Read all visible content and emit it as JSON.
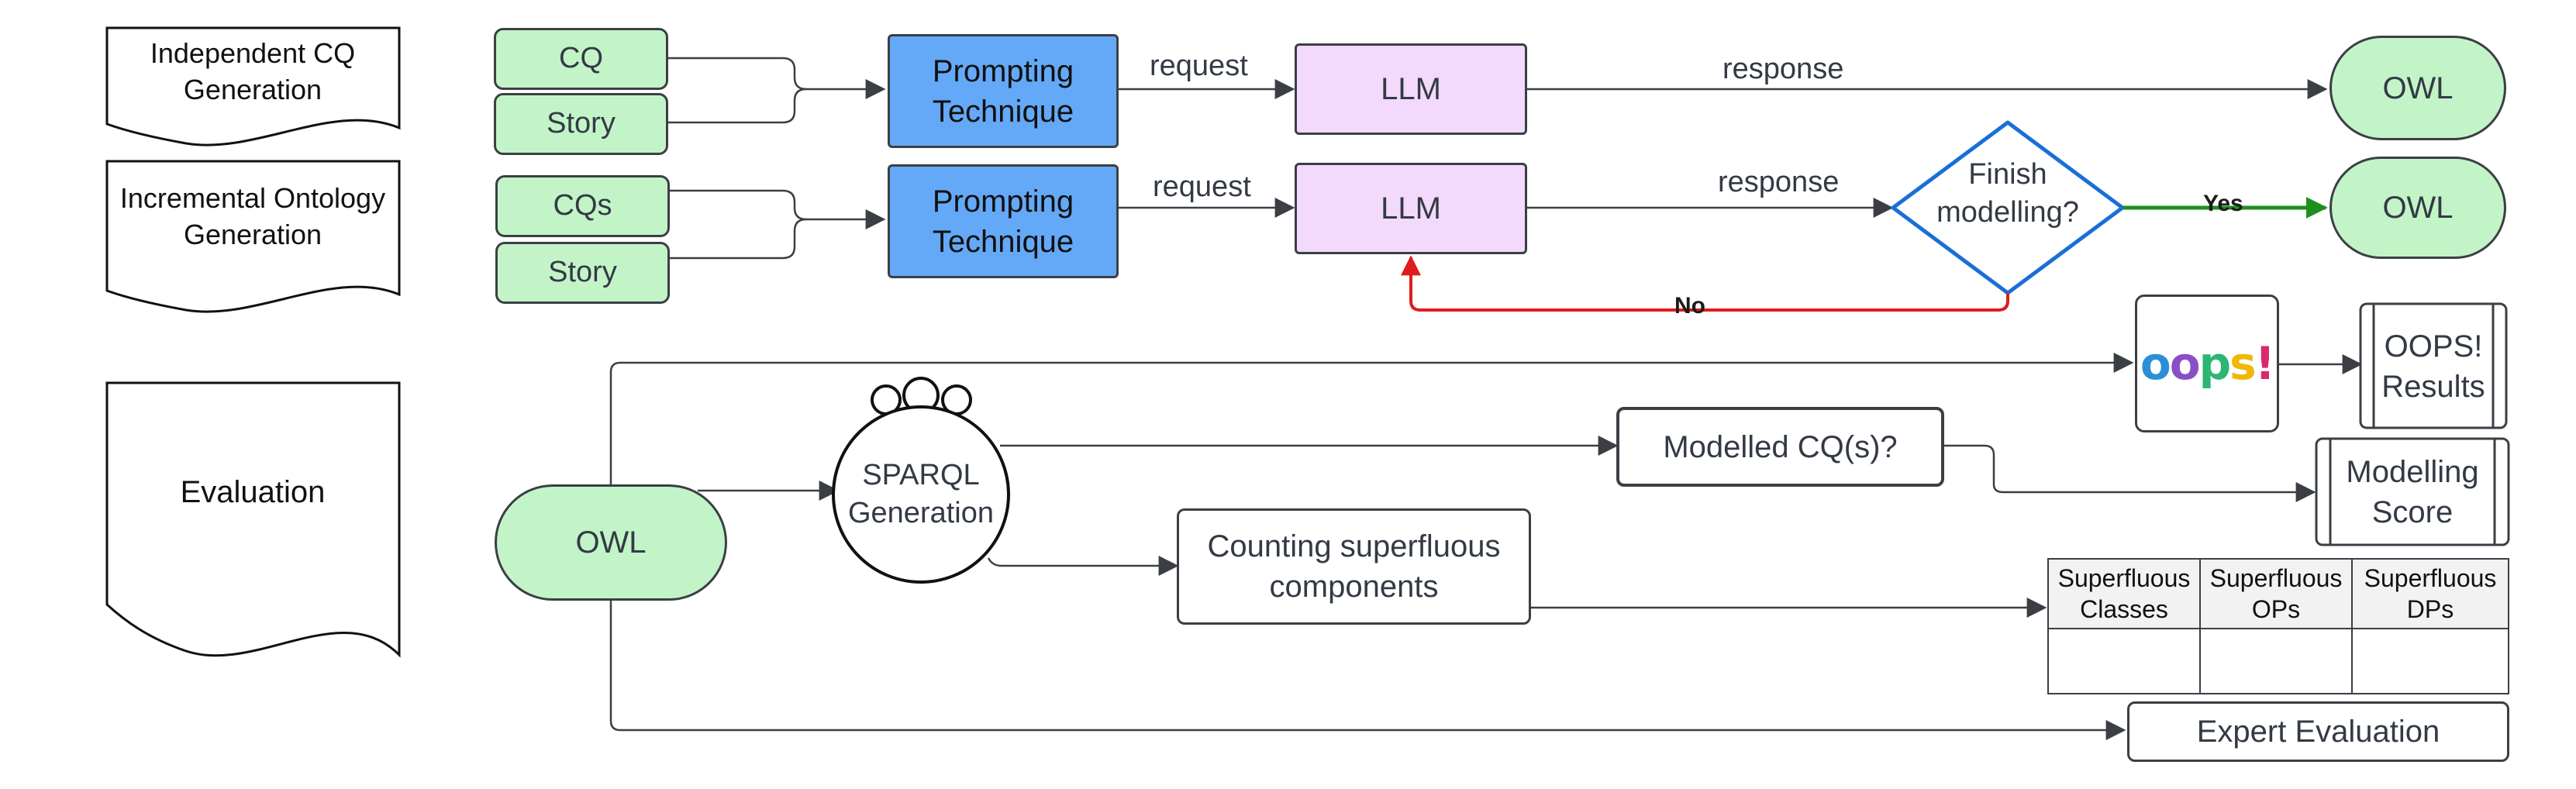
{
  "documents": {
    "independent": "Independent CQ\nGeneration",
    "incremental": "Incremental Ontology\nGeneration",
    "evaluation": "Evaluation"
  },
  "row1": {
    "input_a": "CQ",
    "input_b": "Story",
    "prompting": "Prompting\nTechnique",
    "request": "request",
    "llm": "LLM",
    "response": "response",
    "output": "OWL"
  },
  "row2": {
    "input_a": "CQs",
    "input_b": "Story",
    "prompting": "Prompting\nTechnique",
    "request": "request",
    "llm": "LLM",
    "response": "response",
    "decision": "Finish\nmodelling?",
    "yes": "Yes",
    "no": "No",
    "output": "OWL"
  },
  "evaluation": {
    "owl": "OWL",
    "sparql": "SPARQL\nGeneration",
    "oops_logo": "oops!",
    "oops_results": "OOPS!\nResults",
    "modelled": "Modelled CQ(s)?",
    "modelling_score": "Modelling\nScore",
    "counting": "Counting superfluous\ncomponents",
    "table_headers": [
      "Superfluous\nClasses",
      "Superfluous\nOPs",
      "Superfluous\nDPs"
    ],
    "expert": "Expert Evaluation"
  },
  "colors": {
    "green_fill": "#c3f4c8",
    "blue_fill": "#64a9f7",
    "purple_fill": "#f3d9fb",
    "decision_stroke": "#1a6fd6",
    "yes_arrow": "#1e8f1e",
    "no_arrow": "#e01b1b",
    "line": "#3b3f45"
  },
  "icons": {
    "oops": "oops-logo",
    "sparql": "people-group-icon"
  }
}
